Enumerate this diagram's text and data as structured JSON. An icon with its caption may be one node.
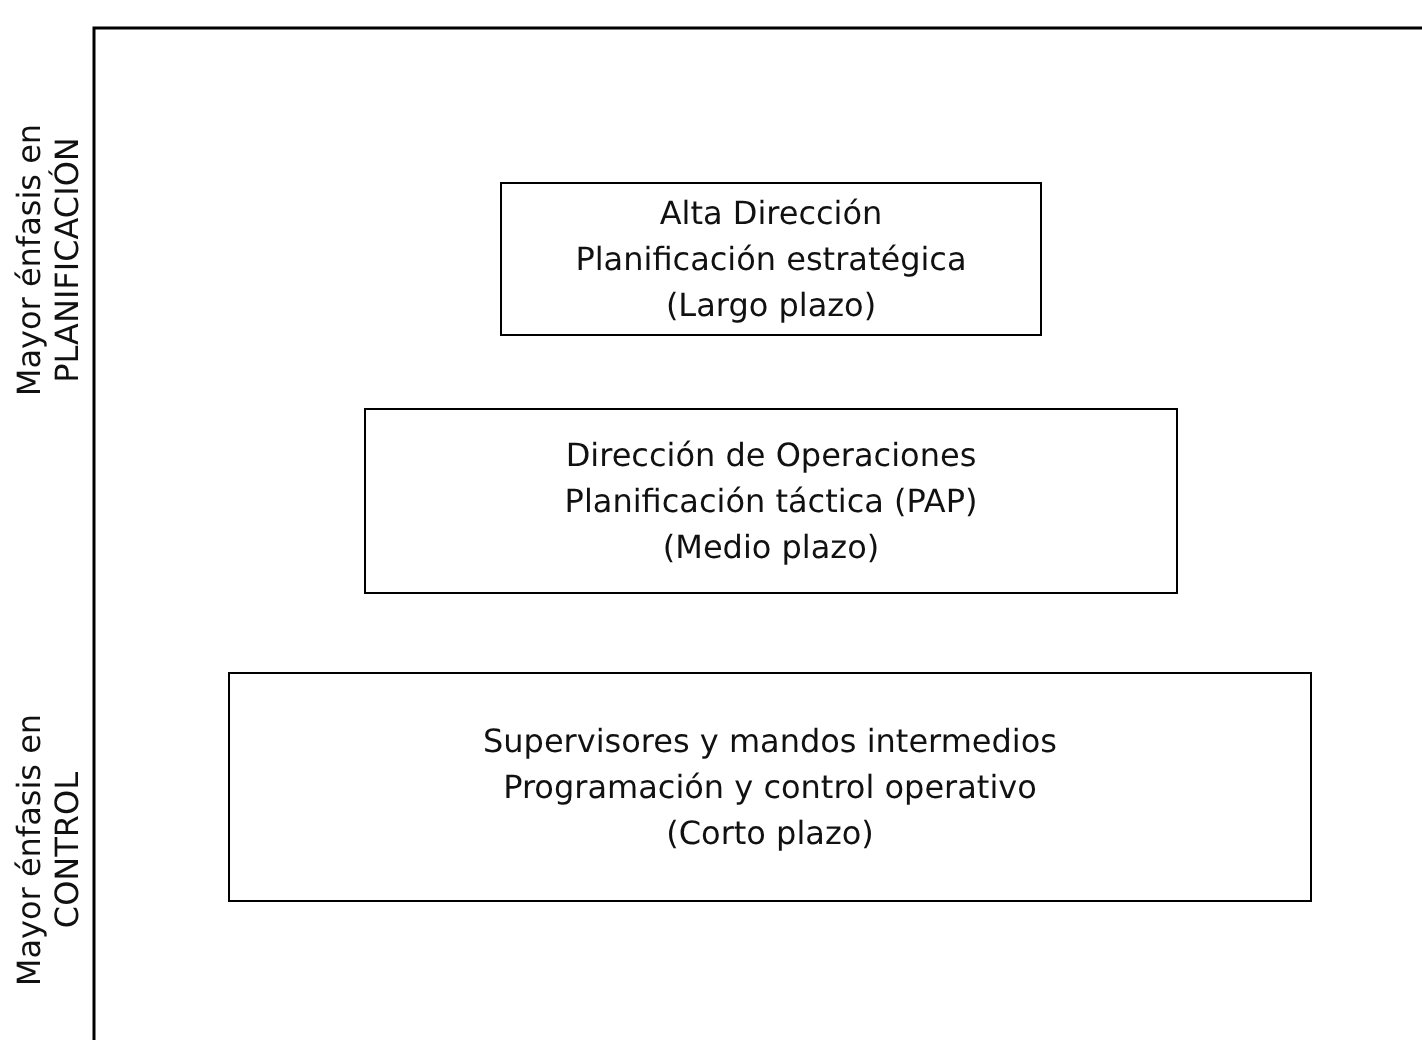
{
  "diagram": {
    "nodes": [
      {
        "text": [
          "Alta Dirección",
          "Planificación estratégica",
          "(Largo plazo)"
        ]
      },
      {
        "text": [
          "Dirección de Operaciones",
          "Planificación táctica (PAP)",
          "(Medio plazo)"
        ]
      },
      {
        "text": [
          "Supervisores y mandos intermedios",
          "Programación y control operativo",
          "(Corto plazo)"
        ]
      }
    ],
    "labels": [
      "Mayor énfasis en PLANIFICACIÓN",
      "Mayor énfasis en CONTROL"
    ]
  }
}
